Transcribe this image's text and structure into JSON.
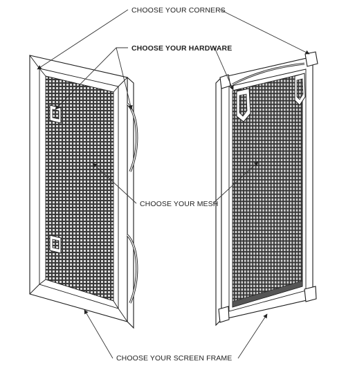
{
  "labels": {
    "corners": "CHOOSE YOUR CORNERS",
    "hardware": "CHOOSE YOUR HARDWARE",
    "mesh": "CHOOSE YOUR MESH",
    "screen_frame": "CHOOSE YOUR SCREEN FRAME"
  },
  "colors": {
    "line": "#1a1a1a",
    "mesh_dark": "#3a3a3a",
    "mesh_light": "#d9d9d9"
  }
}
